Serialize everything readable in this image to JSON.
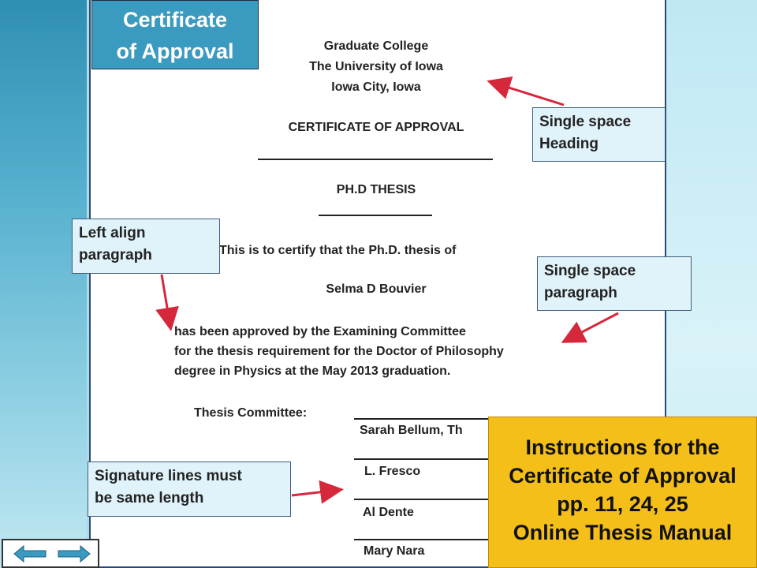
{
  "title_box": {
    "line1": "Certificate",
    "line2": "of Approval"
  },
  "heading": {
    "line1": "Graduate College",
    "line2": "The University of Iowa",
    "line3": "Iowa City, Iowa",
    "certificate": "CERTIFICATE OF APPROVAL",
    "thesis_type": "PH.D THESIS"
  },
  "body": {
    "certify": "This is to certify that the Ph.D. thesis of",
    "student": "Selma D Bouvier",
    "approval_line1": "has been approved by the Examining Committee",
    "approval_line2": "for the thesis requirement for the Doctor of Philosophy",
    "approval_line3": "degree in Physics at the May 2013  graduation."
  },
  "committee": {
    "label": "Thesis Committee:",
    "members": [
      "Sarah Bellum, Th",
      "L. Fresco",
      "Al Dente",
      "Mary Nara"
    ]
  },
  "callouts": {
    "heading": {
      "line1": "Single space",
      "line2": "Heading"
    },
    "left_align": {
      "line1": "Left align",
      "line2": "paragraph"
    },
    "paragraph": {
      "line1": "Single space",
      "line2": "paragraph"
    },
    "signature": {
      "line1": "Signature lines must",
      "line2": "be same length"
    }
  },
  "instructions": {
    "line1": "Instructions for the",
    "line2": "Certificate of Approval",
    "line3": "pp. 11, 24, 25",
    "line4": "Online Thesis Manual"
  },
  "colors": {
    "title_box": "#3a9abf",
    "instructions_bg": "#f5bf1a",
    "callout_bg": "#e1f3fa",
    "arrow": "#d6283b",
    "nav_arrow": "#3a9abf"
  },
  "icons": {
    "prev": "left-arrow-icon",
    "next": "right-arrow-icon"
  }
}
